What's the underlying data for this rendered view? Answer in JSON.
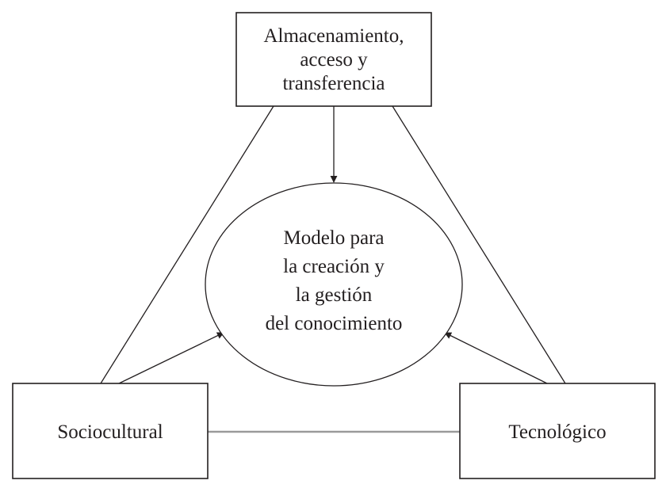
{
  "diagram": {
    "top_node": {
      "line1": "Almacenamiento,",
      "line2": "acceso y",
      "line3": "transferencia"
    },
    "center_node": {
      "line1": "Modelo para",
      "line2": "la creación y",
      "line3": "la gestión",
      "line4": "del conocimiento"
    },
    "left_node": {
      "label": "Sociocultural"
    },
    "right_node": {
      "label": "Tecnológico"
    },
    "colors": {
      "ink": "#231f20",
      "connector_gray": "#9a9a9a",
      "background": "#ffffff"
    }
  }
}
